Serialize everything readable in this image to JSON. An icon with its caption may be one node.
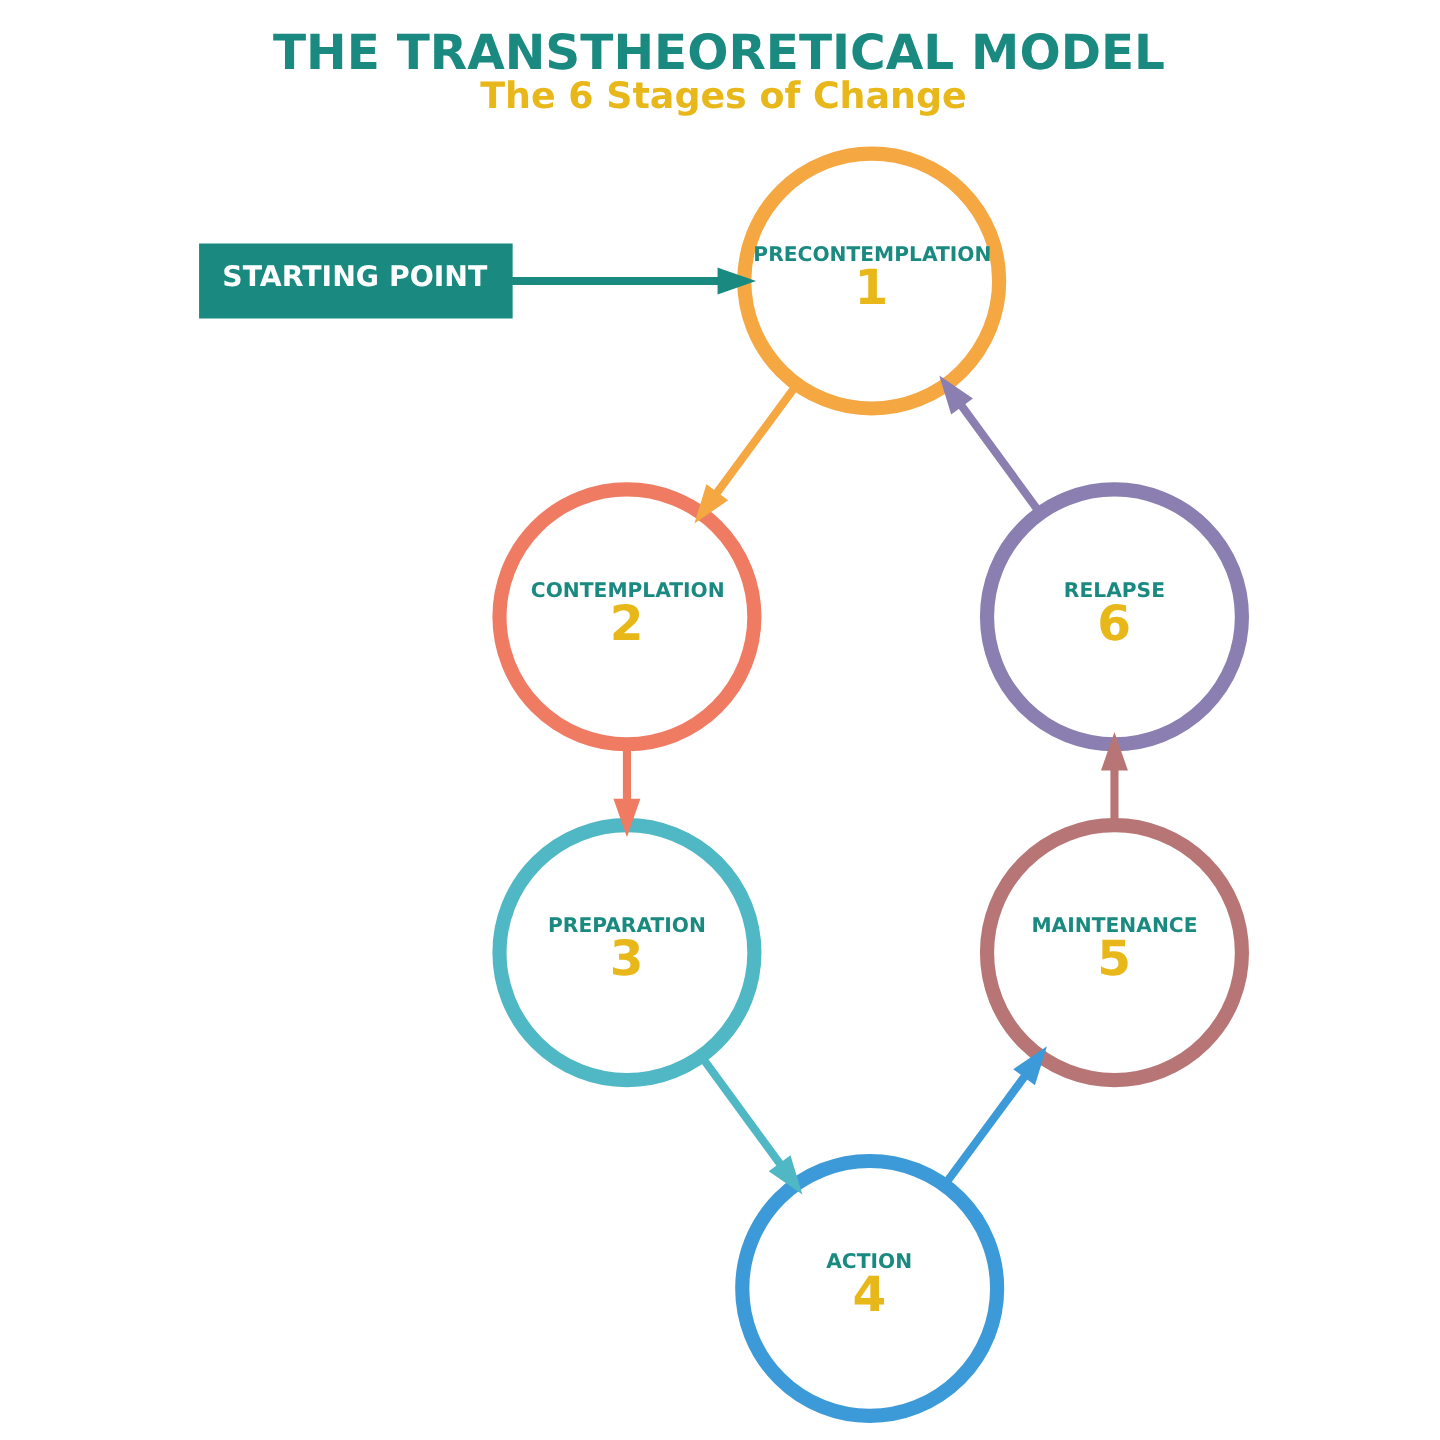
{
  "diagram": {
    "title": "THE TRANSTHEORETICAL MODEL",
    "caption": "The 6 Stages of Change",
    "nodes": [
      {
        "text": [
          "STARTING POINT"
        ]
      },
      {
        "text": [
          "PRECONTEMPLATION",
          "1"
        ]
      },
      {
        "text": [
          "CONTEMPLATION",
          "2"
        ]
      },
      {
        "text": [
          "PREPARATION",
          "3"
        ]
      },
      {
        "text": [
          "ACTION",
          "4"
        ]
      },
      {
        "text": [
          "MAINTENANCE",
          "5"
        ]
      },
      {
        "text": [
          "RELAPSE",
          "6"
        ]
      }
    ],
    "edges": [
      {
        "from": 0,
        "to": 1,
        "arrow": "to",
        "color": "#1a8a80"
      },
      {
        "from": 1,
        "to": 2,
        "arrow": "to",
        "color": "#f5a742"
      },
      {
        "from": 2,
        "to": 3,
        "arrow": "to",
        "color": "#ef7b63"
      },
      {
        "from": 3,
        "to": 4,
        "arrow": "to",
        "color": "#4fb8c4"
      },
      {
        "from": 4,
        "to": 5,
        "arrow": "to",
        "color": "#3d9ad8"
      },
      {
        "from": 5,
        "to": 6,
        "arrow": "to",
        "color": "#b87575"
      },
      {
        "from": 6,
        "to": 1,
        "arrow": "to",
        "color": "#8a7fb0"
      }
    ]
  }
}
